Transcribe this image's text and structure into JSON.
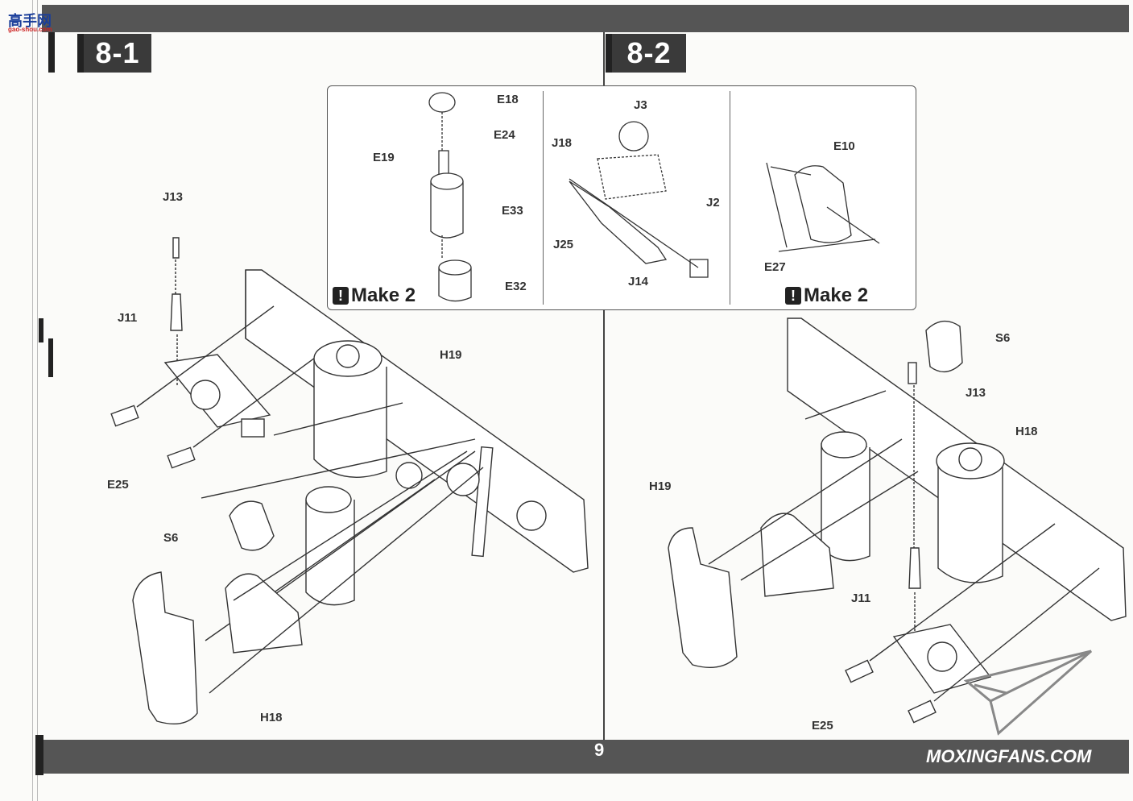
{
  "logo": {
    "text": "高手网",
    "subtext": "gao-shou.com"
  },
  "steps": {
    "left": "8-1",
    "right": "8-2"
  },
  "inset": {
    "make_left": "Make 2",
    "make_right": "Make 2",
    "exclaim": "!"
  },
  "labels": {
    "inset_a": [
      "E18",
      "E24",
      "E19",
      "E33",
      "E32"
    ],
    "inset_b": [
      "J3",
      "J18",
      "J2",
      "J25",
      "J14"
    ],
    "inset_c": [
      "E10",
      "E27"
    ],
    "left": [
      "J13",
      "J11",
      "H19",
      "E25",
      "S6",
      "H18"
    ],
    "right": [
      "S6",
      "J13",
      "H18",
      "H19",
      "J11",
      "E25"
    ]
  },
  "footer": {
    "page_number": "9",
    "watermark": "MOXINGFANS.COM"
  }
}
